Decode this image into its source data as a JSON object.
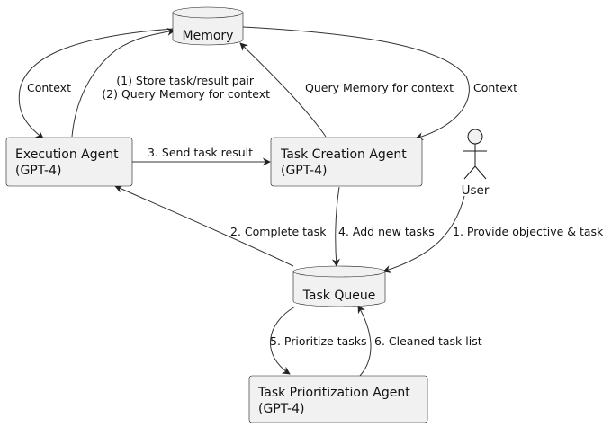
{
  "nodes": {
    "memory": {
      "label": "Memory"
    },
    "execution_agent": {
      "line1": "Execution Agent",
      "line2": "(GPT-4)"
    },
    "task_creation_agent": {
      "line1": "Task Creation Agent",
      "line2": "(GPT-4)"
    },
    "user": {
      "label": "User"
    },
    "task_queue": {
      "label": "Task Queue"
    },
    "task_prioritization_agent": {
      "line1": "Task Prioritization Agent",
      "line2": "(GPT-4)"
    }
  },
  "edges": {
    "memory_to_execution": "Context",
    "execution_to_memory_1": "(1) Store task/result pair",
    "execution_to_memory_2": "(2) Query Memory for context",
    "creation_to_memory": "Query Memory for context",
    "memory_to_creation": "Context",
    "execution_to_creation": "3. Send task result",
    "queue_to_execution": "2. Complete task",
    "creation_to_queue": "4. Add new tasks",
    "user_to_queue": "1. Provide objective & task",
    "queue_to_prioritization": "5. Prioritize tasks",
    "prioritization_to_queue": "6. Cleaned task list"
  }
}
